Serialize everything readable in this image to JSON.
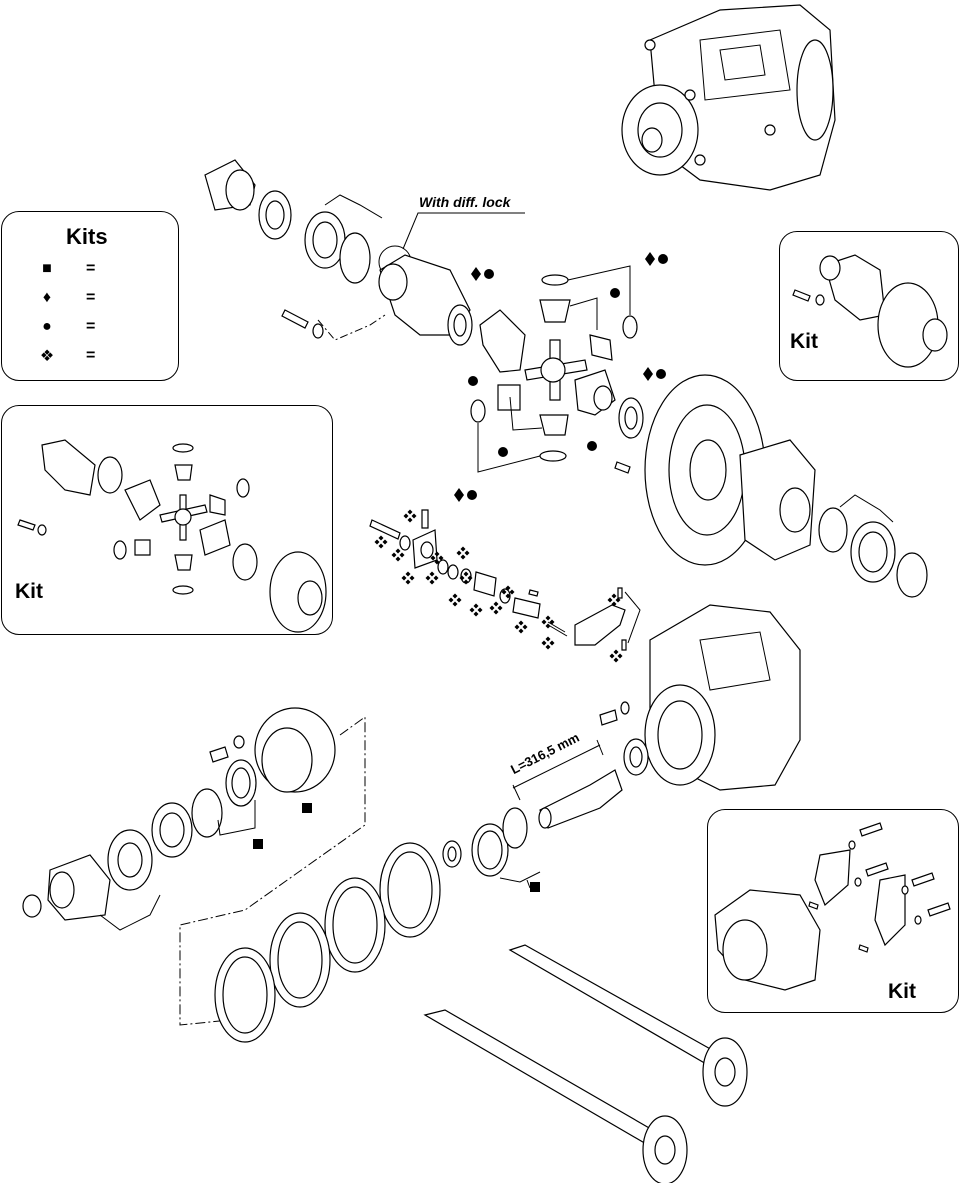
{
  "diagram": {
    "type": "exploded-parts-view",
    "subject": "rear axle differential assembly",
    "legend": {
      "title": "Kits",
      "rows": [
        {
          "symbol": "■",
          "symbol_name": "square",
          "text": "="
        },
        {
          "symbol": "♦",
          "symbol_name": "diamond",
          "text": "="
        },
        {
          "symbol": "●",
          "symbol_name": "circle",
          "text": "="
        },
        {
          "symbol": "❖",
          "symbol_name": "four-diamond",
          "text": "="
        }
      ]
    },
    "annotations": {
      "diff_lock_note": "With diff. lock",
      "pinion_length": "L=316,5 mm"
    },
    "kit_boxes": [
      {
        "id": "diff-case-kit",
        "label": "Kit"
      },
      {
        "id": "diff-gears-kit",
        "label": "Kit"
      },
      {
        "id": "bearing-cap-kit",
        "label": "Kit"
      }
    ],
    "markers": {
      "square": "■",
      "diamond_circle": "♦●",
      "circle": "●",
      "four_diamond": "❖"
    }
  }
}
